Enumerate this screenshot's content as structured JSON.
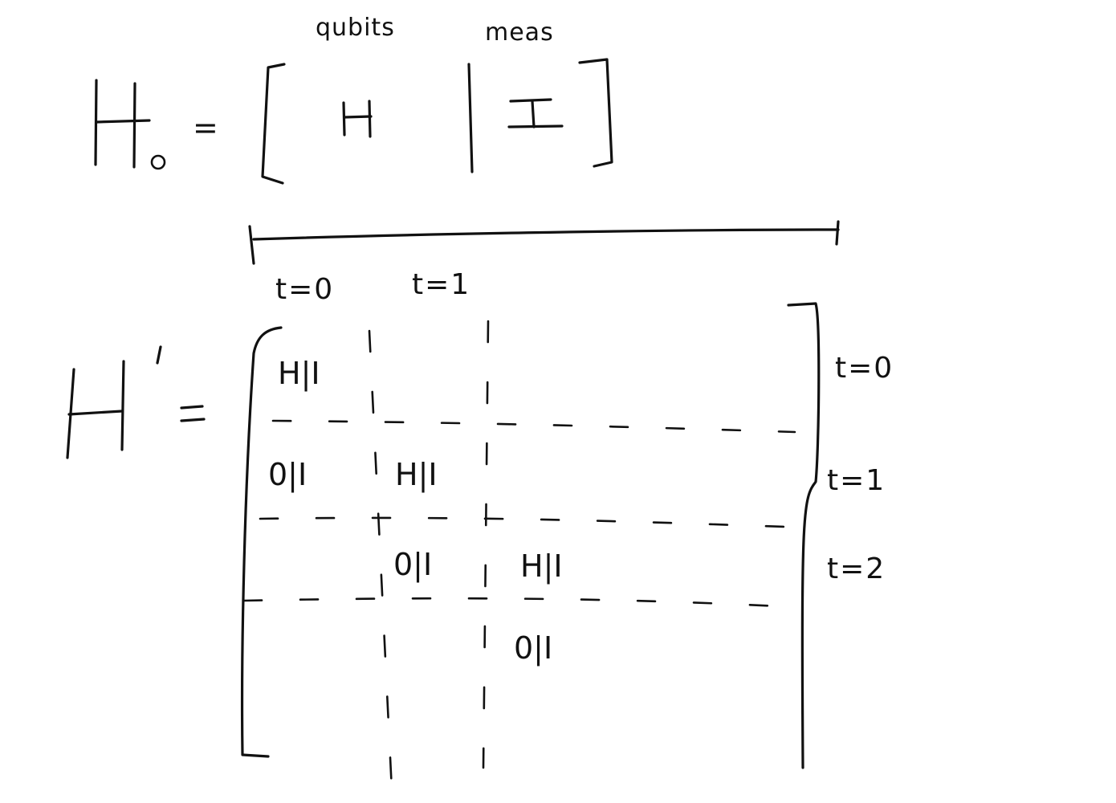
{
  "header_labels": {
    "qubits": "qubits",
    "meas": "meas"
  },
  "h0": {
    "lhs": "H",
    "subscript": "0",
    "equals": "=",
    "left_block": "H",
    "right_block": "I"
  },
  "h_prime": {
    "lhs": "H",
    "prime": "'",
    "equals": "="
  },
  "column_labels": [
    "t=0",
    "t=1"
  ],
  "row_labels": [
    "t=0",
    "t=1",
    "t=2"
  ],
  "blocks": {
    "r0c0": "H|I",
    "r1c0": "0|I",
    "r1c1": "H|I",
    "r2c1": "0|I",
    "r2c2": "H|I",
    "r3c2": "0|I"
  }
}
